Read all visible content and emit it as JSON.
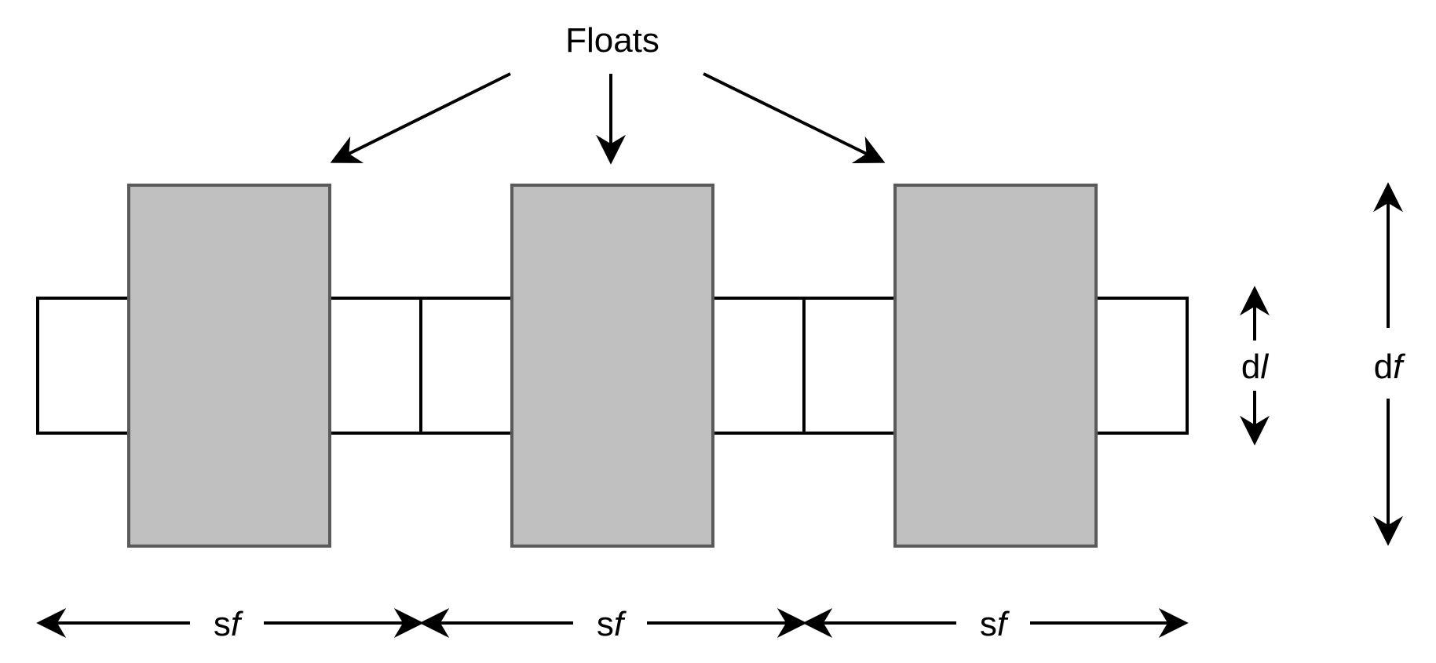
{
  "labels": {
    "floats": "Floats",
    "dl_prefix": "d",
    "dl_var": "l",
    "df_prefix": "d",
    "df_var": "f",
    "sf_prefix": "s",
    "sf_var": "f"
  },
  "colors": {
    "float_fill": "#c0c0c0",
    "float_stroke": "#5a5a5a",
    "line_stroke": "#000000",
    "background": "#ffffff"
  }
}
